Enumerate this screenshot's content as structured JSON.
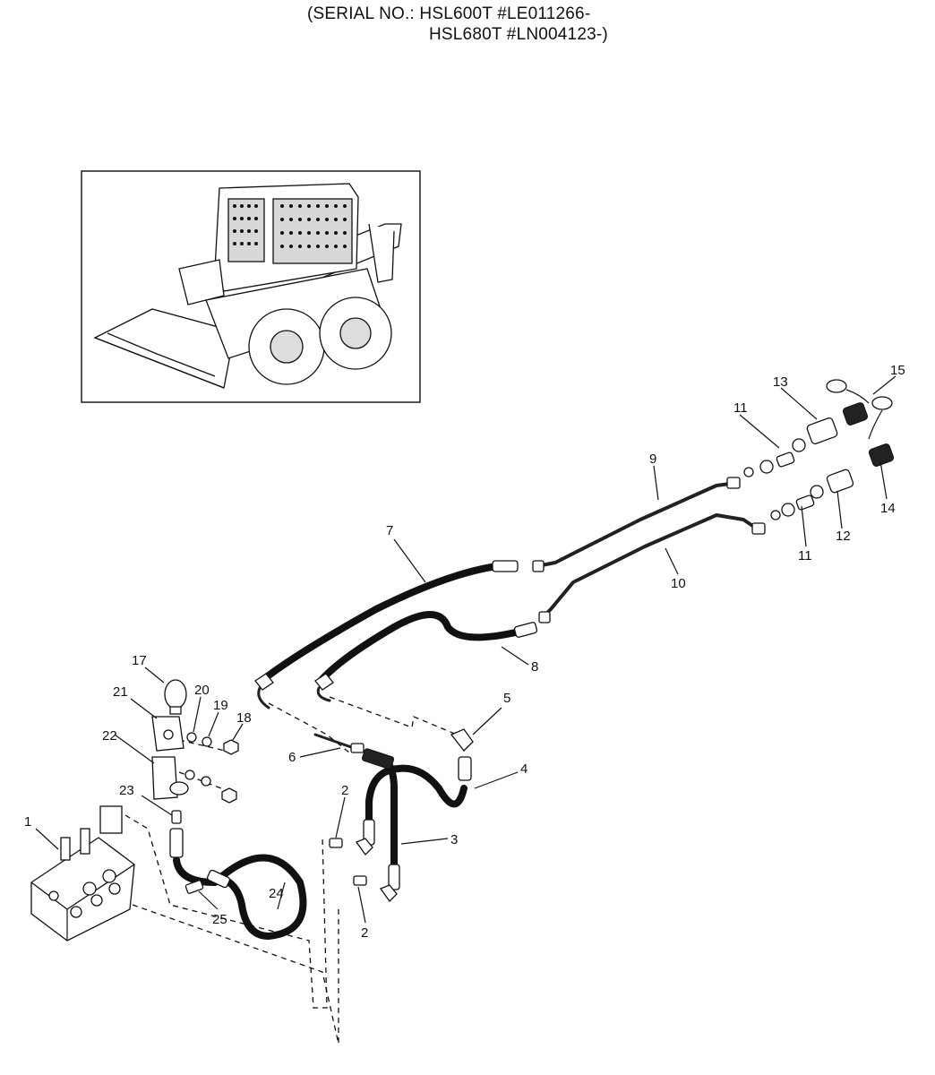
{
  "header": {
    "line1": "(SERIAL NO.: HSL600T #LE011266-",
    "line2": "HSL680T #LN004123-)"
  },
  "callouts": {
    "c1": "1",
    "c2a": "2",
    "c2b": "2",
    "c3": "3",
    "c4": "4",
    "c5": "5",
    "c6": "6",
    "c7": "7",
    "c8": "8",
    "c9": "9",
    "c10": "10",
    "c11a": "11",
    "c11b": "11",
    "c12": "12",
    "c13": "13",
    "c14": "14",
    "c15": "15",
    "c17": "17",
    "c18": "18",
    "c19": "19",
    "c20": "20",
    "c21": "21",
    "c22": "22",
    "c23": "23",
    "c24": "24",
    "c25": "25"
  }
}
